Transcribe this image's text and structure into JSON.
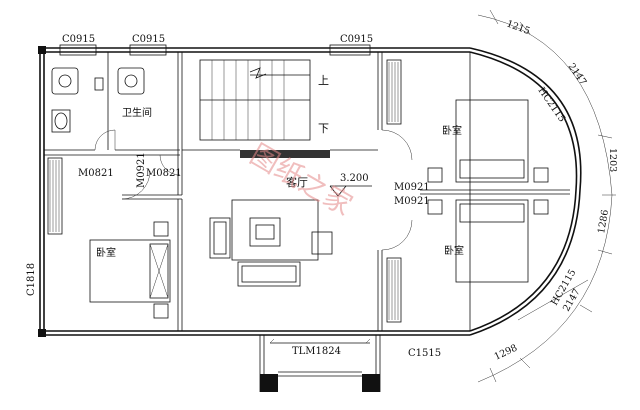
{
  "labels": {
    "window_top_1": "C0915",
    "window_top_2": "C0915",
    "window_top_3": "C0915",
    "bathroom": "卫生间",
    "stair_up": "上",
    "stair_down": "下",
    "door_left_1": "M0821",
    "door_left_2": "M0821",
    "door_left_vert": "M0921",
    "living_room": "客厅",
    "elevation": "3.200",
    "door_right_1": "M0921",
    "door_right_2": "M0921",
    "bedroom_left": "卧室",
    "bedroom_right_top": "卧室",
    "bedroom_right_bottom": "卧室",
    "window_left_side": "C1818",
    "door_bottom": "TLM1824",
    "window_bottom_right": "C1515"
  },
  "dimensions": {
    "dim_1": "1215",
    "dim_2": "2147",
    "dim_3": "HC2115",
    "dim_4": "1203",
    "dim_5": "1286",
    "dim_6": "HC2115",
    "dim_7": "2147",
    "dim_8": "1298"
  },
  "watermark": "图纸之家",
  "colors": {
    "line": "#111111",
    "watermark": "#e58a8a",
    "background": "#ffffff"
  }
}
